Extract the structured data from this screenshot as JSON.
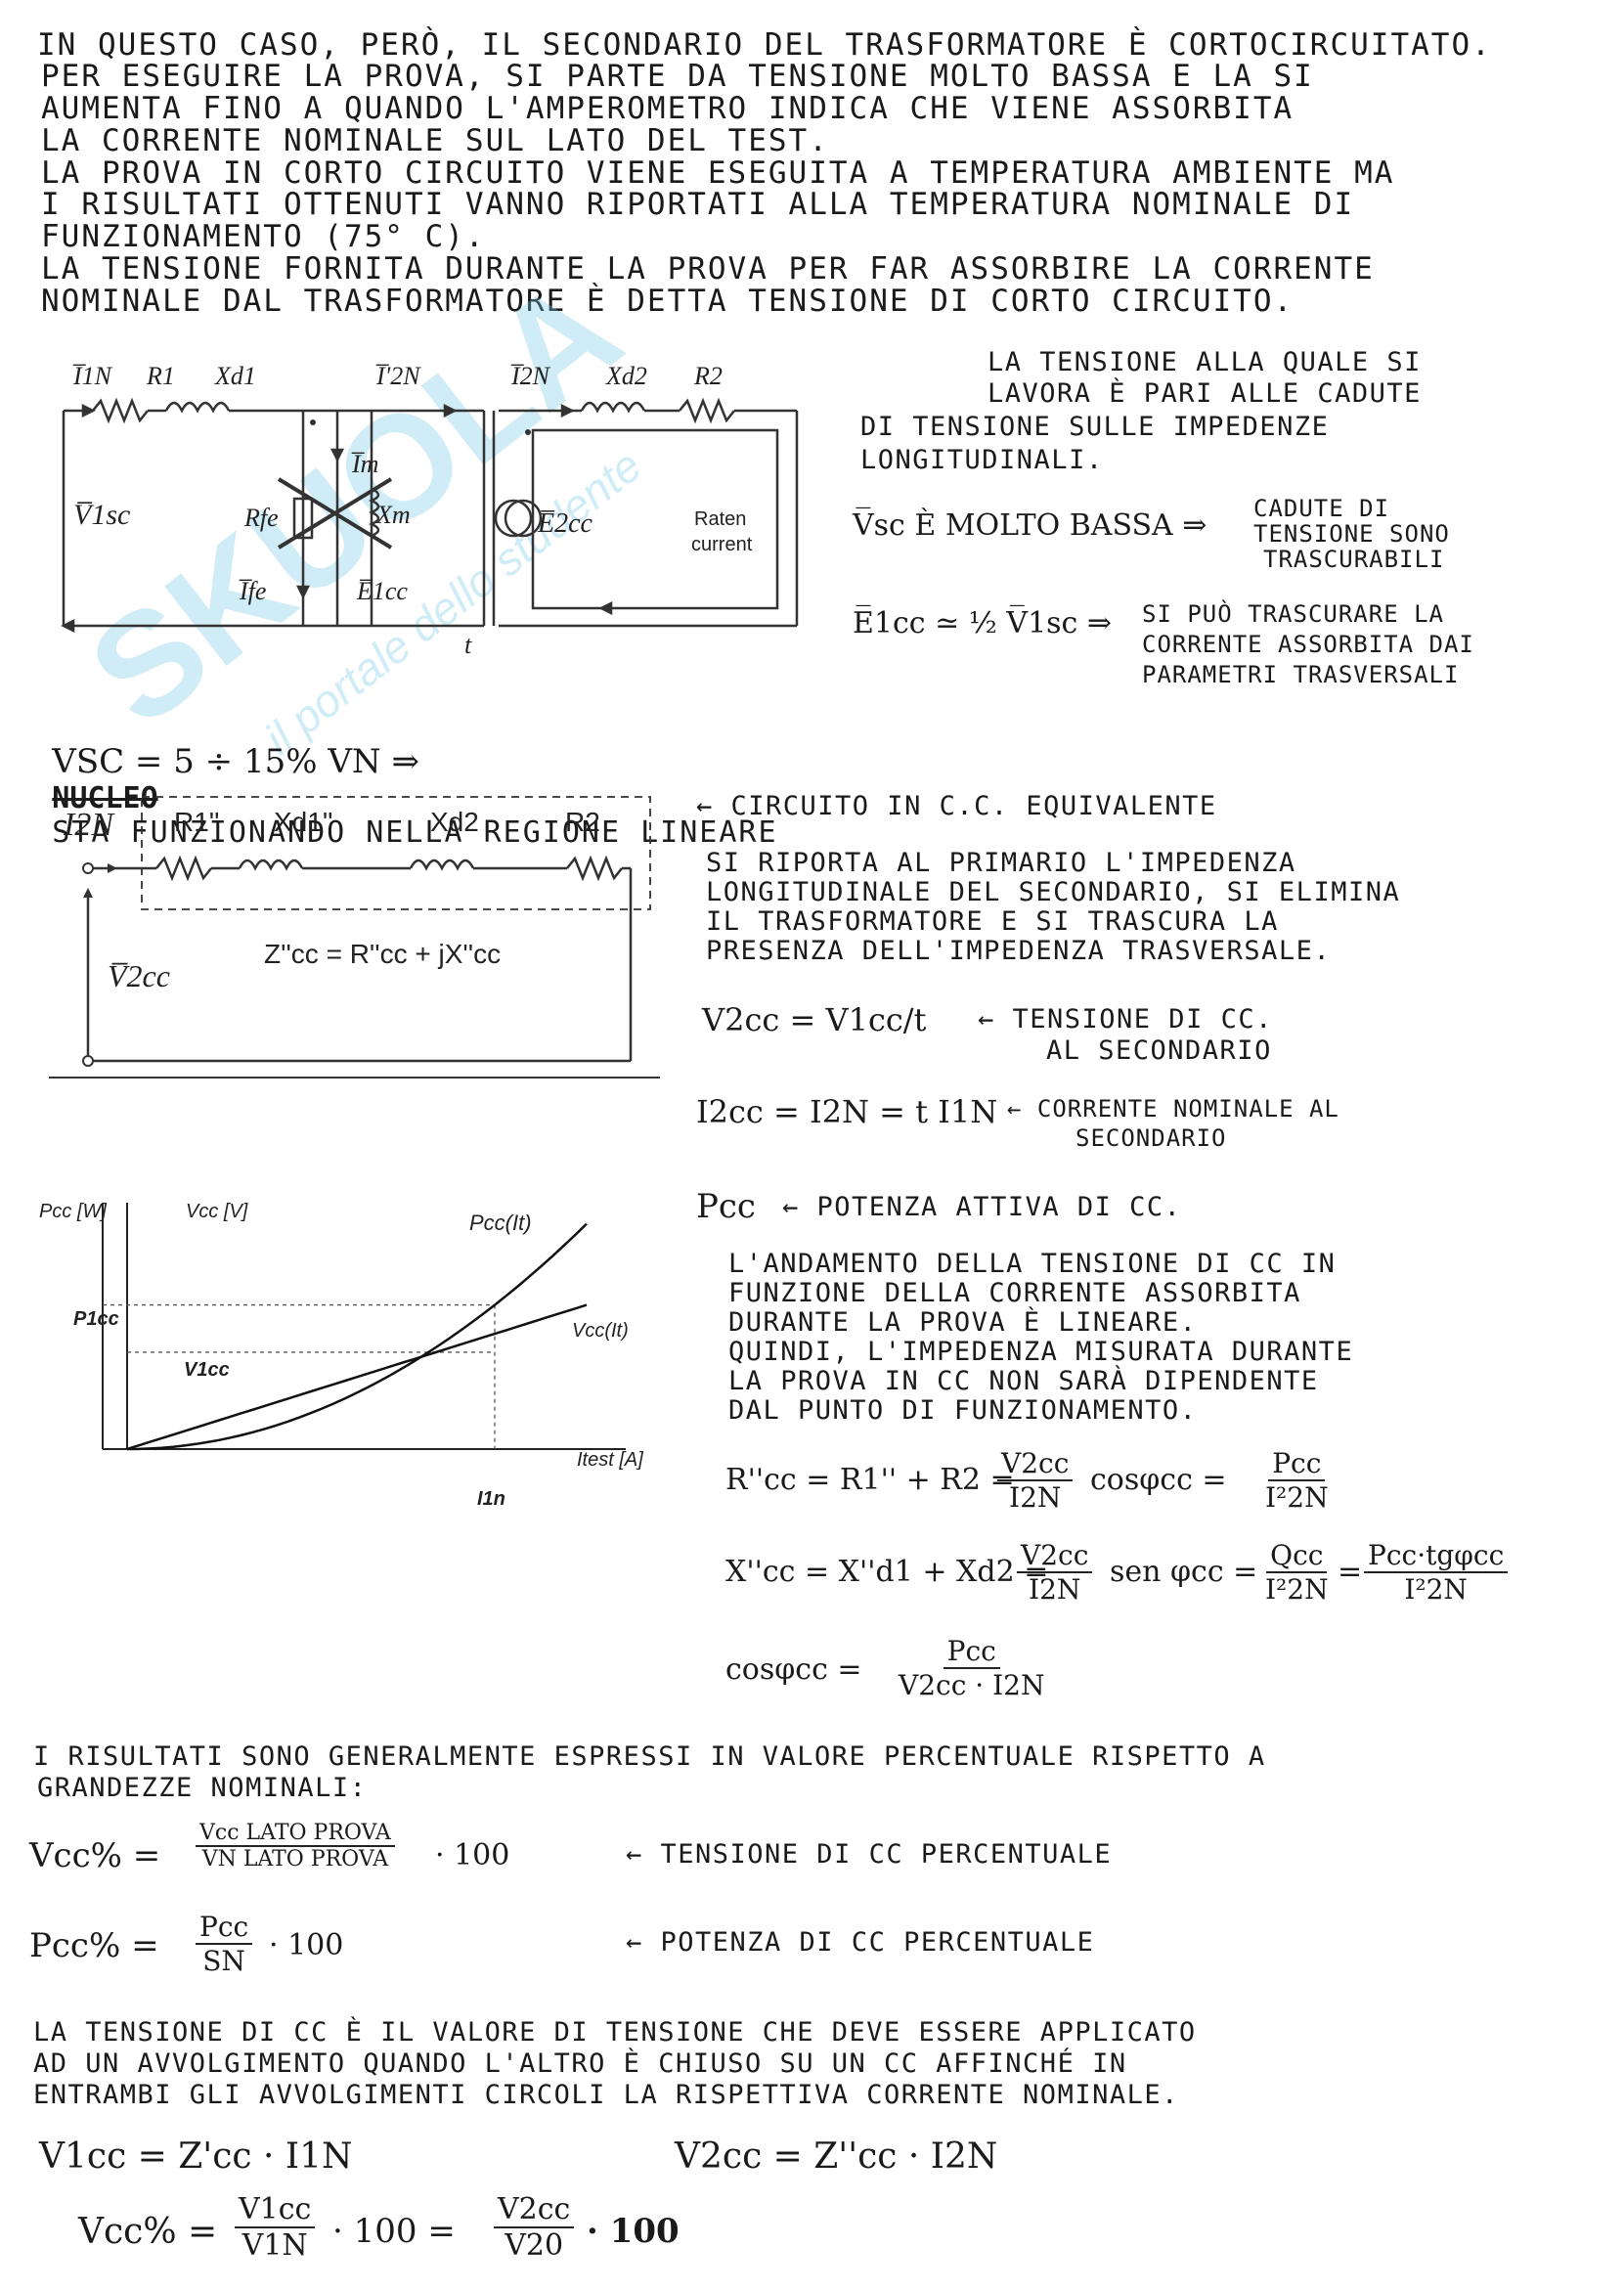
{
  "intro": {
    "l1": "IN QUESTO CASO, PERÒ, IL SECONDARIO DEL TRASFORMATORE È CORTOCIRCUITATO.",
    "l2": "PER ESEGUIRE LA PROVA, SI PARTE DA TENSIONE MOLTO BASSA E LA SI",
    "l3": "AUMENTA FINO A QUANDO L'AMPEROMETRO INDICA CHE VIENE ASSORBITA",
    "l4": "LA CORRENTE NOMINALE SUL LATO DEL TEST.",
    "l5": "LA PROVA IN CORTO CIRCUITO VIENE ESEGUITA A TEMPERATURA AMBIENTE MA",
    "l6": "I RISULTATI OTTENUTI VANNO RIPORTATI ALLA TEMPERATURA NOMINALE DI",
    "l7": "FUNZIONAMENTO (75° C).",
    "l8": "LA TENSIONE FORNITA DURANTE LA PROVA PER FAR ASSORBIRE LA CORRENTE",
    "l9": "NOMINALE DAL TRASFORMATORE È DETTA TENSIONE DI CORTO CIRCUITO."
  },
  "watermark": {
    "brand": "SKUOLA",
    "tagline": "il portale dello studente"
  },
  "circuit1": {
    "I1N": "I̅1N",
    "R1": "R1",
    "Xd1": "Xd1",
    "I2N_prime": "I̅'2N",
    "I2N": "I̅2N",
    "Xd2": "Xd2",
    "R2": "R2",
    "Im": "I̅m",
    "Xm": "Xm",
    "Rfe": "Rfe",
    "Ife": "I̅fe",
    "E1cc": "E̅1cc",
    "E2cc": "E̅2cc",
    "V1sc": "V̅1sc",
    "t": "t",
    "raten": "Raten",
    "current": "current"
  },
  "right1": {
    "a1": "LA TENSIONE ALLA QUALE SI",
    "a2": "LAVORA È PARI ALLE CADUTE",
    "a3": "DI TENSIONE SULLE IMPEDENZE",
    "a4": "LONGITUDINALI.",
    "b_eq": "V̅sc È MOLTO BASSA ⇒",
    "b1": "CADUTE DI",
    "b2": "TENSIONE SONO",
    "b3": "TRASCURABILI",
    "c_eq": "E̅1cc ≃ ½ V̅1sc ⇒",
    "c1": "SI PUÒ TRASCURARE LA",
    "c2": "CORRENTE ASSORBITA DAI",
    "c3": "PARAMETRI TRASVERSALI"
  },
  "vsc_line": {
    "eq": "VSC = 5 ÷ 15% VN ⇒",
    "struck": "NUCLEO",
    "text": "STA FUNZIONANDO NELLA REGIONE LINEARE"
  },
  "circuit2": {
    "I2N": "I2N",
    "R1": "R1''",
    "Xd1": "Xd1''",
    "Xd2": "Xd2",
    "R2": "R2",
    "Z": "Z''cc = R''cc + jX''cc",
    "V2cc": "V̅2cc"
  },
  "right2": {
    "h": "← CIRCUITO IN C.C. EQUIVALENTE",
    "p1": "SI RIPORTA AL PRIMARIO L'IMPEDENZA",
    "p2": "LONGITUDINALE DEL SECONDARIO, SI ELIMINA",
    "p3": "IL TRASFORMATORE E SI TRASCURA LA",
    "p4": "PRESENZA DELL'IMPEDENZA TRASVERSALE.",
    "v2cc_eq": "V2cc = V1cc/t",
    "v2cc_n1": "← TENSIONE DI CC.",
    "v2cc_n2": "AL SECONDARIO",
    "i2cc_eq": "I2cc = I2N = t I1N",
    "i2cc_n1": "← CORRENTE NOMINALE AL",
    "i2cc_n2": "SECONDARIO",
    "pcc_eq": "Pcc",
    "pcc_n": "← POTENZA ATTIVA DI CC."
  },
  "chart_labels": {
    "pcc_axis": "Pcc [W]",
    "vcc_axis": "Vcc [V]",
    "pcc_curve": "Pcc(It)",
    "vcc_curve": "Vcc(It)",
    "p1cc": "P1cc",
    "v1cc": "V1cc",
    "x_axis": "Itest [A]",
    "i1n": "I1n"
  },
  "chart_data": {
    "type": "line",
    "x": [
      0,
      0.25,
      0.5,
      0.75,
      1.0,
      1.25
    ],
    "series": [
      {
        "name": "Vcc(It)",
        "values": [
          0,
          0.2,
          0.4,
          0.6,
          0.8,
          1.0
        ]
      },
      {
        "name": "Pcc(It)",
        "values": [
          0,
          0.06,
          0.25,
          0.56,
          1.0,
          1.56
        ]
      }
    ],
    "xlabel": "Itest [A]",
    "ylabel": "Pcc [W] / Vcc [V]",
    "grid": false
  },
  "right3": {
    "q1": "L'ANDAMENTO DELLA TENSIONE DI CC IN",
    "q2": "FUNZIONE DELLA CORRENTE ASSORBITA",
    "q3": "DURANTE LA PROVA È LINEARE.",
    "q4": "QUINDI, L'IMPEDENZA MISURATA DURANTE",
    "q5": "LA PROVA IN CC NON SARÀ DIPENDENTE",
    "q6": "DAL PUNTO DI FUNZIONAMENTO.",
    "r_lhs": "R''cc = R1'' + R2 =",
    "r_n1": "V2cc",
    "r_d1": "I2N",
    "r_mid": "cosφcc =",
    "r_n2": "Pcc",
    "r_d2": "I²2N",
    "x_lhs": "X''cc = X''d1 + Xd2 =",
    "x_n1": "V2cc",
    "x_d1": "I2N",
    "x_mid": "sen φcc =",
    "x_n2": "Qcc",
    "x_d2": "I²2N",
    "x_eq": "=",
    "x_n3": "Pcc·tgφcc",
    "x_d3": "I²2N",
    "cos_lhs": "cosφcc =",
    "cos_n": "Pcc",
    "cos_d": "V2cc · I2N"
  },
  "results": {
    "r1": "I RISULTATI SONO GENERALMENTE ESPRESSI IN VALORE PERCENTUALE RISPETTO A",
    "r2": "GRANDEZZE NOMINALI:",
    "vcc_lhs": "Vcc% =",
    "vcc_n": "Vcc LATO PROVA",
    "vcc_d": "VN LATO PROVA",
    "vcc_tail": "· 100",
    "vcc_note": "← TENSIONE DI CC PERCENTUALE",
    "pcc_lhs": "Pcc% =",
    "pcc_n": "Pcc",
    "pcc_d": "SN",
    "pcc_tail": "· 100",
    "pcc_note": "← POTENZA DI CC PERCENTUALE"
  },
  "final": {
    "f1": "LA TENSIONE DI CC È IL VALORE DI TENSIONE CHE DEVE ESSERE APPLICATO",
    "f2": "AD UN AVVOLGIMENTO QUANDO L'ALTRO È CHIUSO SU UN CC AFFINCHÉ IN",
    "f3": "ENTRAMBI GLI AVVOLGIMENTI CIRCOLI LA RISPETTIVA CORRENTE NOMINALE.",
    "e1": "V1cc = Z'cc · I1N",
    "e2": "V2cc = Z''cc · I2N",
    "vp_lhs": "Vcc% =",
    "vp_n1": "V1cc",
    "vp_d1": "V1N",
    "vp_mid": "· 100 =",
    "vp_n2": "V2cc",
    "vp_d2": "V20",
    "vp_tail": "· 100"
  }
}
